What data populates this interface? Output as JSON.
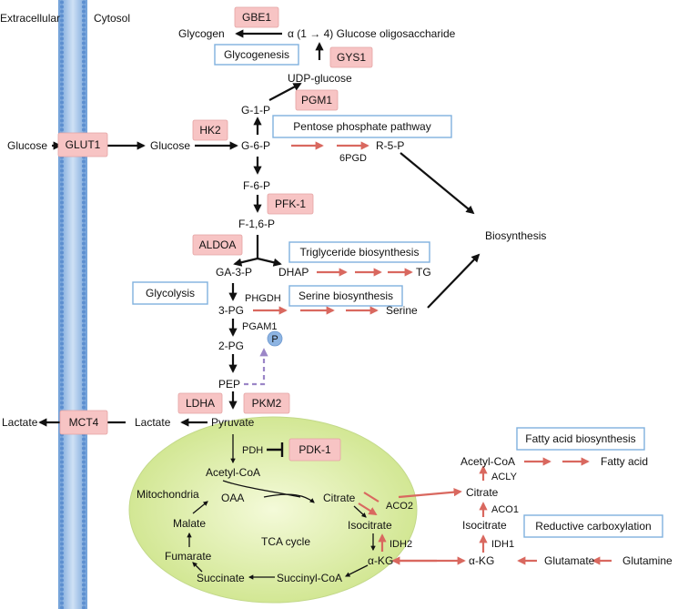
{
  "compartments": {
    "extracellular": "Extracellular",
    "cytosol": "Cytosol",
    "mitochondria": "Mitochondria"
  },
  "metabolites": {
    "glucose_out": "Glucose",
    "glucose_in": "Glucose",
    "g6p": "G-6-P",
    "g1p": "G-1-P",
    "udp_glucose": "UDP-glucose",
    "oligosaccharide": "α (1 → 4) Glucose oligosaccharide",
    "glycogen": "Glycogen",
    "r5p": "R-5-P",
    "f6p": "F-6-P",
    "f16p": "F-1,6-P",
    "ga3p": "GA-3-P",
    "dhap": "DHAP",
    "tg": "TG",
    "pg3": "3-PG",
    "serine": "Serine",
    "pg2": "2-PG",
    "pep": "PEP",
    "pyruvate": "Pyruvate",
    "lactate_in": "Lactate",
    "lactate_out": "Lactate",
    "biosynthesis": "Biosynthesis",
    "acetyl_coa_mito": "Acetyl-CoA",
    "oaa": "OAA",
    "citrate_mito": "Citrate",
    "isocitrate_mito": "Isocitrate",
    "akg_mito": "α-KG",
    "succinyl_coa": "Succinyl-CoA",
    "succinate": "Succinate",
    "fumarate": "Fumarate",
    "malate": "Malate",
    "tca_cycle": "TCA cycle",
    "acetyl_coa_cyto": "Acetyl-CoA",
    "fatty_acid": "Fatty acid",
    "citrate_cyto": "Citrate",
    "isocitrate_cyto": "Isocitrate",
    "akg_cyto": "α-KG",
    "glutamate": "Glutamate",
    "glutamine": "Glutamine",
    "phospho": "P"
  },
  "enzymes_boxed": {
    "gbe1": "GBE1",
    "gys1": "GYS1",
    "pgm1": "PGM1",
    "hk2": "HK2",
    "glut1": "GLUT1",
    "pfk1": "PFK-1",
    "aldoa": "ALDOA",
    "ldha": "LDHA",
    "pkm2": "PKM2",
    "mct4": "MCT4",
    "pdk1": "PDK-1"
  },
  "enzymes_plain": {
    "pgd6": "6PGD",
    "phgdh": "PHGDH",
    "pgam1": "PGAM1",
    "pdh": "PDH",
    "aco2": "ACO2",
    "idh2": "IDH2",
    "acly": "ACLY",
    "aco1": "ACO1",
    "idh1": "IDH1"
  },
  "pathway_boxes": {
    "glycogenesis": "Glycogenesis",
    "pentose": "Pentose phosphate pathway",
    "triglyceride": "Triglyceride biosynthesis",
    "glycolysis": "Glycolysis",
    "serine": "Serine biosynthesis",
    "fatty_acid": "Fatty acid biosynthesis",
    "reductive": "Reductive carboxylation"
  },
  "colors": {
    "enzyme_fill": "#f7c4c4",
    "pathway_box_border": "#7fb1de",
    "red_arrow": "#d9685f",
    "membrane": "#8fb8e6",
    "mitochondria_fill": "#d9ec9f",
    "phospho_circle": "#8db4e2",
    "dashed_arrow": "#9b86c7"
  }
}
